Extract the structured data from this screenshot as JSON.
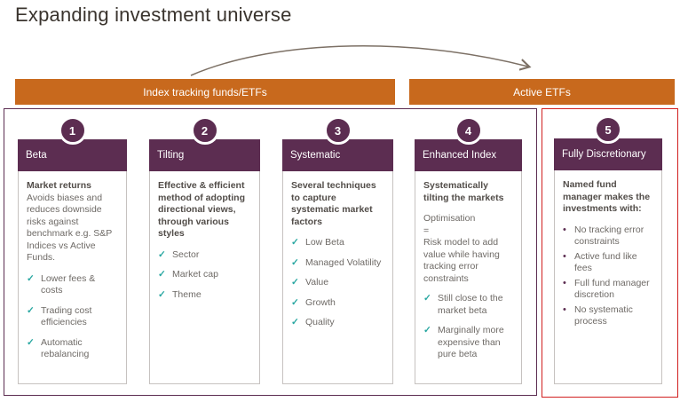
{
  "title": "Expanding investment universe",
  "colors": {
    "orange": "#c8691d",
    "purple": "#5c2d51",
    "red": "#d11f1f",
    "teal": "#28a7a1"
  },
  "banners": [
    {
      "label": "Index tracking funds/ETFs"
    },
    {
      "label": "Active ETFs"
    }
  ],
  "cards": [
    {
      "number": "1",
      "header": "Beta",
      "intro_bold": "Market returns",
      "intro": "Avoids biases and reduces downside risks against benchmark e.g. S&P Indices vs Active Funds.",
      "checks": [
        "Lower fees & costs",
        "Trading cost efficiencies",
        "Automatic rebalancing"
      ]
    },
    {
      "number": "2",
      "header": "Tilting",
      "intro_bold": "Effective & efficient method of adopting directional views, through various styles",
      "intro": "",
      "checks": [
        "Sector",
        "Market cap",
        "Theme"
      ]
    },
    {
      "number": "3",
      "header": "Systematic",
      "intro_bold": "Several techniques to capture systematic market factors",
      "intro": "",
      "checks": [
        "Low Beta",
        "Managed Volatility",
        "Value",
        "Growth",
        "Quality"
      ]
    },
    {
      "number": "4",
      "header": "Enhanced Index",
      "intro_bold": "Systematically tilting the markets",
      "intro": "",
      "paragraphs": [
        "Optimisation",
        "=",
        "Risk model to add value while having tracking error constraints"
      ],
      "checks": [
        "Still close to the market beta",
        "Marginally more expensive than pure beta"
      ]
    },
    {
      "number": "5",
      "header": "Fully Discretionary",
      "intro_bold": "Named fund manager makes the investments with:",
      "intro": "",
      "bullets": [
        "No tracking error constraints",
        "Active fund like fees",
        "Full fund manager discretion",
        "No systematic process"
      ]
    }
  ]
}
